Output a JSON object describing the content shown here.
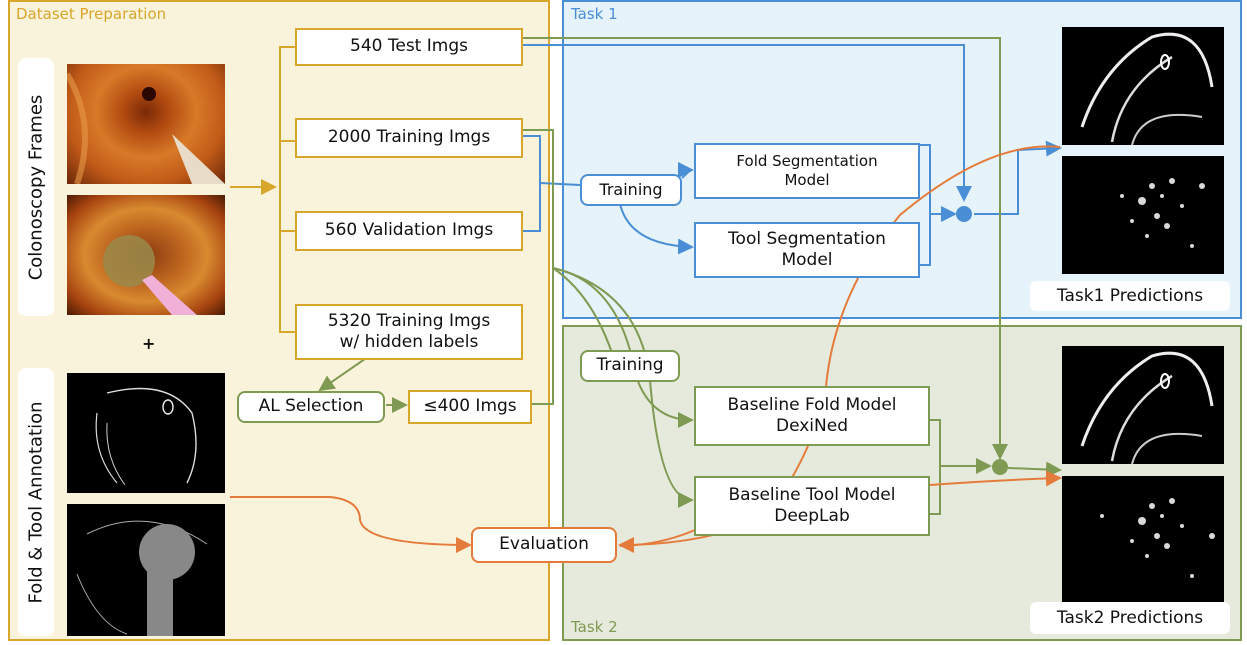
{
  "regions": {
    "dataset": {
      "title": "Dataset Preparation"
    },
    "task1": {
      "title": "Task 1"
    },
    "task2": {
      "title": "Task 2"
    }
  },
  "left": {
    "frames_label": "Colonoscopy Frames",
    "plus": "+",
    "annotation_label": "Fold & Tool Annotation"
  },
  "dataset_boxes": {
    "test": "540 Test Imgs",
    "training": "2000 Training Imgs",
    "validation": "560 Validation Imgs",
    "hidden_line1": "5320 Training Imgs",
    "hidden_line2": "w/ hidden labels",
    "al_selection": "AL Selection",
    "selected": "≤400 Imgs",
    "evaluation": "Evaluation"
  },
  "task1": {
    "training": "Training",
    "fold_line1": "Fold Segmentation",
    "fold_line2": "Model",
    "tool_line1": "Tool Segmentation",
    "tool_line2": "Model",
    "predictions": "Task1 Predictions"
  },
  "task2": {
    "training": "Training",
    "fold_line1": "Baseline Fold Model",
    "fold_line2": "DexiNed",
    "tool_line1": "Baseline Tool Model",
    "tool_line2": "DeepLab",
    "predictions": "Task2 Predictions"
  },
  "colors": {
    "dataset": "#d8a62a",
    "task1": "#4a8fd6",
    "task2": "#7f9a52",
    "evaluation": "#e57b3b"
  }
}
